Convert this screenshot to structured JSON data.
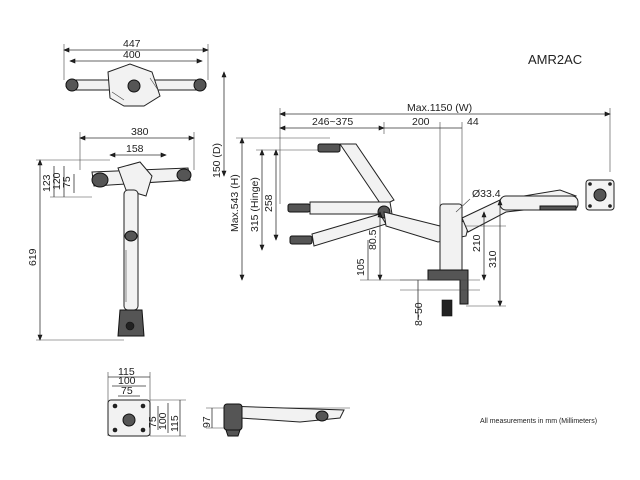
{
  "model": "AMR2AC",
  "note": "All measurements in mm (Millimeters)",
  "top_view": {
    "overall_width": "447",
    "vesa_width": "400"
  },
  "front_view": {
    "arm_span": "380",
    "center_span": "158",
    "depth": "150 (D)",
    "d123": "123",
    "d120": "120",
    "d75": "75",
    "height": "619"
  },
  "side_view": {
    "max_width": "Max.1150 (W)",
    "reach_range": "246~375",
    "d200": "200",
    "d44": "44",
    "max_height": "Max.543 (H)",
    "hinge": "315 (Hinge)",
    "d258": "258",
    "d80_5": "80.5",
    "d105": "105",
    "pole_diameter": "Ø33.4",
    "d210": "210",
    "d310": "310",
    "clamp_range": "8~50"
  },
  "vesa_plate": {
    "w115": "115",
    "w100": "100",
    "w75": "75",
    "h75": "75",
    "h100": "100",
    "h115": "115"
  },
  "arm_profile": {
    "d97": "97"
  }
}
